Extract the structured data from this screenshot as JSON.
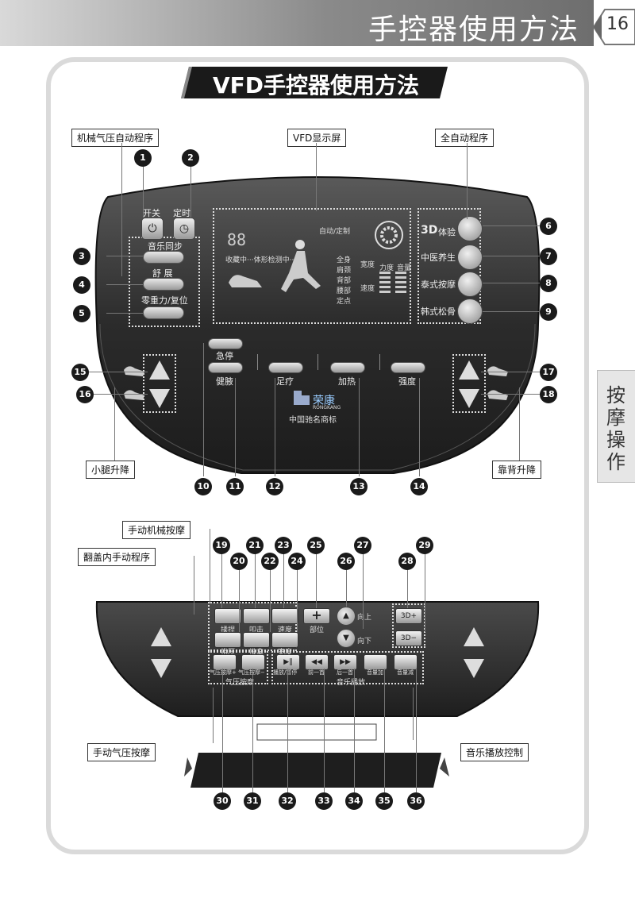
{
  "header": {
    "title": "手控器使用方法",
    "page": "16"
  },
  "side_tab": "按摩操作",
  "banner": "VFD手控器使用方法",
  "labels": {
    "mech_air_auto": "机械气压自动程序",
    "vfd_display": "VFD显示屏",
    "full_auto": "全自动程序",
    "calf_lift": "小腿升降",
    "back_lift": "靠背升降",
    "manual_mech": "手动机械按摩",
    "flip_manual": "翻盖内手动程序",
    "manual_air": "手动气压按摩",
    "music_control": "音乐播放控制"
  },
  "remote1": {
    "power": "开关",
    "timer": "定时",
    "music_sync": "音乐同步",
    "stretch": "舒 展",
    "zero_gravity": "零重力/复位",
    "program_3d": "体验",
    "program_3d_logo": "3D",
    "tcm": "中医养生",
    "thai": "泰式按摩",
    "korean": "韩式松骨",
    "emergency": "急停",
    "waist": "健腋",
    "foot": "足疗",
    "heat": "加热",
    "strength": "强度",
    "brand": "荣康",
    "brand_en": "RONGKANG",
    "brand_sub": "中国驰名商标",
    "vfd": {
      "digits": "88",
      "status": "收藏中···体形检测中···",
      "auto_manual": "自动/定制",
      "speed": "速度",
      "width": "宽度",
      "force": "力度",
      "volume": "音量",
      "areas": [
        "全身",
        "肩颈",
        "背部",
        "腰部",
        "定点"
      ]
    }
  },
  "remote2": {
    "knead": "揉捏",
    "tap": "叩击",
    "speed": "速度",
    "position": "部位",
    "up": "向上",
    "down": "向下",
    "plus_3d": "3D+",
    "minus_3d": "3D−",
    "roll": "指压",
    "shiatsu": "推拿",
    "width": "宽度",
    "air_plus": "气压按摩+",
    "air_minus": "气压按摩−",
    "air_label": "气压按摩",
    "play": "播放/暂停",
    "prev": "前一首",
    "next": "后一首",
    "vol_up": "音量加",
    "vol_down": "音量减",
    "music_label": "音乐播放"
  },
  "numbers": [
    "1",
    "2",
    "3",
    "4",
    "5",
    "6",
    "7",
    "8",
    "9",
    "10",
    "11",
    "12",
    "13",
    "14",
    "15",
    "16",
    "17",
    "18",
    "19",
    "20",
    "21",
    "22",
    "23",
    "24",
    "25",
    "26",
    "27",
    "28",
    "29",
    "30",
    "31",
    "32",
    "33",
    "34",
    "35",
    "36"
  ]
}
